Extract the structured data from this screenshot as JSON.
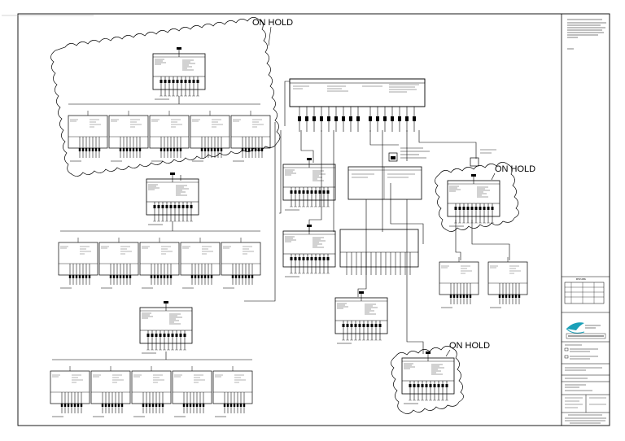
{
  "drawing": {
    "hold_labels": [
      "ON HOLD",
      "ON HOLD",
      "ON HOLD"
    ]
  },
  "title_block": {
    "revision_table_header": "REVISIONS"
  },
  "colors": {
    "ink": "#000000",
    "paper": "#ffffff",
    "logo_teal": "#1aa0b8"
  }
}
